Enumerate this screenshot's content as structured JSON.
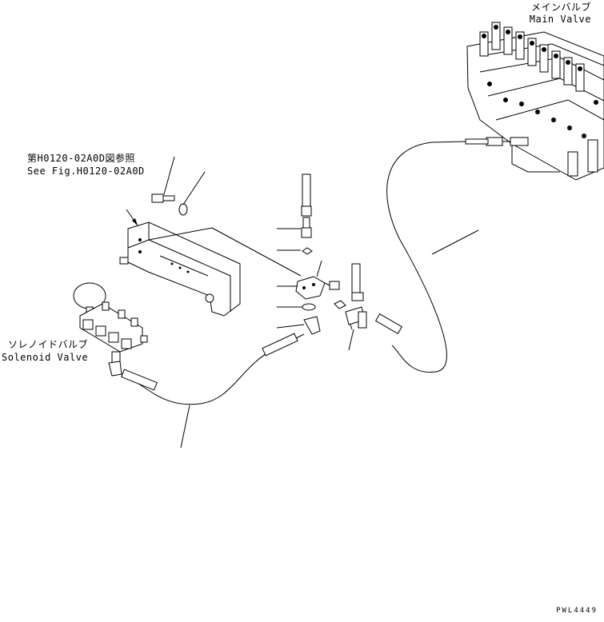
{
  "labels": {
    "main_valve_jp": "メインバルブ",
    "main_valve_en": "Main Valve",
    "ref_jp": "第H0120-02A0D図参照",
    "ref_en": "See Fig.H0120-02A0D",
    "solenoid_jp": "ソレノイドバルブ",
    "solenoid_en": "Solenoid Valve",
    "drawing_code": "PWL4449"
  }
}
